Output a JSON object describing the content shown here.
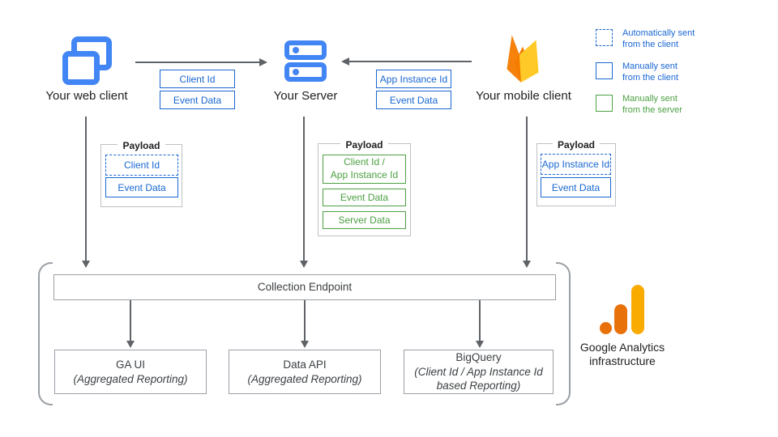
{
  "clients": {
    "web": {
      "label": "Your web client"
    },
    "server": {
      "label": "Your Server"
    },
    "mobile": {
      "label": "Your mobile client"
    }
  },
  "flow_labels": {
    "web_to_server": [
      "Client Id",
      "Event Data"
    ],
    "mobile_to_server": [
      "App Instance Id",
      "Event Data"
    ]
  },
  "payload_title": "Payload",
  "payloads": {
    "web": {
      "item1": "Client Id",
      "item2": "Event Data"
    },
    "server": {
      "item1_line1": "Client Id /",
      "item1_line2": "App Instance Id",
      "item2": "Event Data",
      "item3": "Server Data"
    },
    "mobile": {
      "item1": "App Instance Id",
      "item2": "Event Data"
    }
  },
  "legend": {
    "auto_client": {
      "line1": "Automatically sent",
      "line2": "from the client"
    },
    "manual_client": {
      "line1": "Manually sent",
      "line2": "from the client"
    },
    "manual_server": {
      "line1": "Manually sent",
      "line2": "from the server"
    }
  },
  "infrastructure": {
    "endpoint_label": "Collection Endpoint",
    "outputs": [
      {
        "title": "GA UI",
        "subtitle": "(Aggregated Reporting)"
      },
      {
        "title": "Data API",
        "subtitle": "(Aggregated Reporting)"
      },
      {
        "title": "BigQuery",
        "subtitle": "(Client Id / App Instance Id based Reporting)"
      }
    ],
    "brand_label": "Google Analytics infrastructure"
  },
  "colors": {
    "icon_blue": "#4285F4",
    "box_blue": "#1967D2",
    "box_green": "#4CA042",
    "arrow_gray": "#5F6368",
    "border_gray": "#9AA0A6",
    "ga_orange": "#E8710A",
    "ga_amber": "#F9AB00",
    "firebase_yellow": "#FFCA28",
    "firebase_orange": "#F57C00"
  }
}
